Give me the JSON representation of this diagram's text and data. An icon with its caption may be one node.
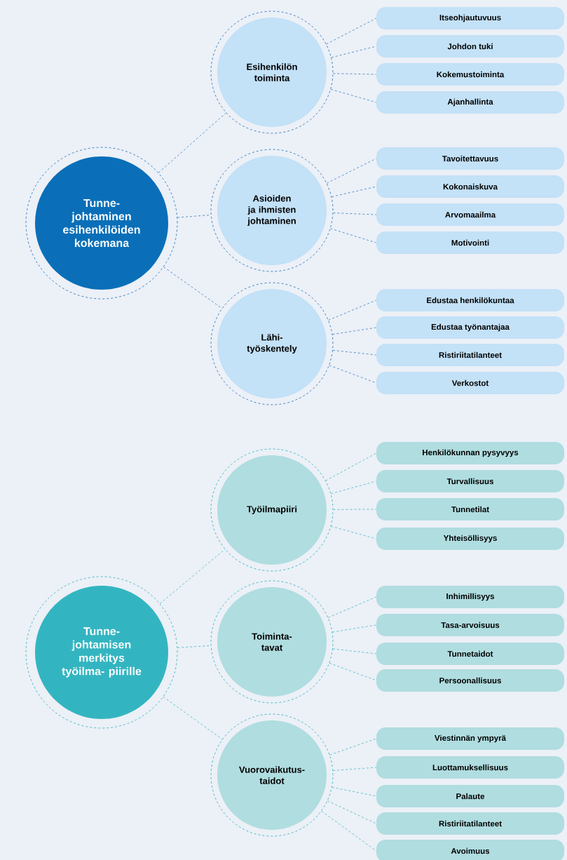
{
  "diagram": {
    "nodes": [
      {
        "text": [
          "Tunne- johtaminen esihenkilöiden kokemana"
        ]
      },
      {
        "text": [
          "Esihenkilön toiminta"
        ]
      },
      {
        "text": [
          "Itseohjautuvuus"
        ]
      },
      {
        "text": [
          "Johdon tuki"
        ]
      },
      {
        "text": [
          "Kokemustoiminta"
        ]
      },
      {
        "text": [
          "Ajanhallinta"
        ]
      },
      {
        "text": [
          "Asioiden ja ihmisten johtaminen"
        ]
      },
      {
        "text": [
          "Tavoitettavuus"
        ]
      },
      {
        "text": [
          "Kokonaiskuva"
        ]
      },
      {
        "text": [
          "Arvomaailma"
        ]
      },
      {
        "text": [
          "Motivointi"
        ]
      },
      {
        "text": [
          "Lähi- työskentely"
        ]
      },
      {
        "text": [
          "Edustaa henkilökuntaa"
        ]
      },
      {
        "text": [
          "Edustaa työnantajaa"
        ]
      },
      {
        "text": [
          "Ristiriitatilanteet"
        ]
      },
      {
        "text": [
          "Verkostot"
        ]
      },
      {
        "text": [
          "Tunne- johtamisen merkitys työilma- piirille"
        ]
      },
      {
        "text": [
          "Työilmapiiri"
        ]
      },
      {
        "text": [
          "Henkilökunnan pysyvyys"
        ]
      },
      {
        "text": [
          "Turvallisuus"
        ]
      },
      {
        "text": [
          "Tunnetilat"
        ]
      },
      {
        "text": [
          "Yhteisöllisyys"
        ]
      },
      {
        "text": [
          "Toiminta- tavat"
        ]
      },
      {
        "text": [
          "Inhimillisyys"
        ]
      },
      {
        "text": [
          "Tasa-arvoisuus"
        ]
      },
      {
        "text": [
          "Tunnetaidot"
        ]
      },
      {
        "text": [
          "Persoonallisuus"
        ]
      },
      {
        "text": [
          "Vuorovaikutus- taidot"
        ]
      },
      {
        "text": [
          "Viestinnän ympyrä"
        ]
      },
      {
        "text": [
          "Luottamuksellisuus"
        ]
      },
      {
        "text": [
          "Palaute"
        ]
      },
      {
        "text": [
          "Ristiriitatilanteet"
        ]
      },
      {
        "text": [
          "Avoimuus"
        ]
      }
    ],
    "edges": [
      {
        "from": 0,
        "to": 1,
        "arrow": "none",
        "color": "#2f7fc0"
      },
      {
        "from": 0,
        "to": 6,
        "arrow": "none",
        "color": "#2f7fc0"
      },
      {
        "from": 0,
        "to": 11,
        "arrow": "none",
        "color": "#2f7fc0"
      },
      {
        "from": 1,
        "to": 2,
        "arrow": "none",
        "color": "#2f7fc0"
      },
      {
        "from": 1,
        "to": 3,
        "arrow": "none",
        "color": "#2f7fc0"
      },
      {
        "from": 1,
        "to": 4,
        "arrow": "none",
        "color": "#2f7fc0"
      },
      {
        "from": 1,
        "to": 5,
        "arrow": "none",
        "color": "#2f7fc0"
      },
      {
        "from": 6,
        "to": 7,
        "arrow": "none",
        "color": "#2f7fc0"
      },
      {
        "from": 6,
        "to": 8,
        "arrow": "none",
        "color": "#2f7fc0"
      },
      {
        "from": 6,
        "to": 9,
        "arrow": "none",
        "color": "#2f7fc0"
      },
      {
        "from": 6,
        "to": 10,
        "arrow": "none",
        "color": "#2f7fc0"
      },
      {
        "from": 11,
        "to": 12,
        "arrow": "none",
        "color": "#2f7fc0"
      },
      {
        "from": 11,
        "to": 13,
        "arrow": "none",
        "color": "#2f7fc0"
      },
      {
        "from": 11,
        "to": 14,
        "arrow": "none",
        "color": "#2f7fc0"
      },
      {
        "from": 11,
        "to": 15,
        "arrow": "none",
        "color": "#2f7fc0"
      },
      {
        "from": 16,
        "to": 17,
        "arrow": "none",
        "color": "#3fb8c2"
      },
      {
        "from": 16,
        "to": 22,
        "arrow": "none",
        "color": "#3fb8c2"
      },
      {
        "from": 16,
        "to": 27,
        "arrow": "none",
        "color": "#3fb8c2"
      },
      {
        "from": 17,
        "to": 18,
        "arrow": "none",
        "color": "#3fb8c2"
      },
      {
        "from": 17,
        "to": 19,
        "arrow": "none",
        "color": "#3fb8c2"
      },
      {
        "from": 17,
        "to": 20,
        "arrow": "none",
        "color": "#3fb8c2"
      },
      {
        "from": 17,
        "to": 21,
        "arrow": "none",
        "color": "#3fb8c2"
      },
      {
        "from": 22,
        "to": 23,
        "arrow": "none",
        "color": "#3fb8c2"
      },
      {
        "from": 22,
        "to": 24,
        "arrow": "none",
        "color": "#3fb8c2"
      },
      {
        "from": 22,
        "to": 25,
        "arrow": "none",
        "color": "#3fb8c2"
      },
      {
        "from": 22,
        "to": 26,
        "arrow": "none",
        "color": "#3fb8c2"
      },
      {
        "from": 27,
        "to": 28,
        "arrow": "none",
        "color": "#3fb8c2"
      },
      {
        "from": 27,
        "to": 29,
        "arrow": "none",
        "color": "#3fb8c2"
      },
      {
        "from": 27,
        "to": 30,
        "arrow": "none",
        "color": "#3fb8c2"
      },
      {
        "from": 27,
        "to": 31,
        "arrow": "none",
        "color": "#3fb8c2"
      },
      {
        "from": 27,
        "to": 32,
        "arrow": "none",
        "color": "#3fb8c2"
      }
    ]
  }
}
